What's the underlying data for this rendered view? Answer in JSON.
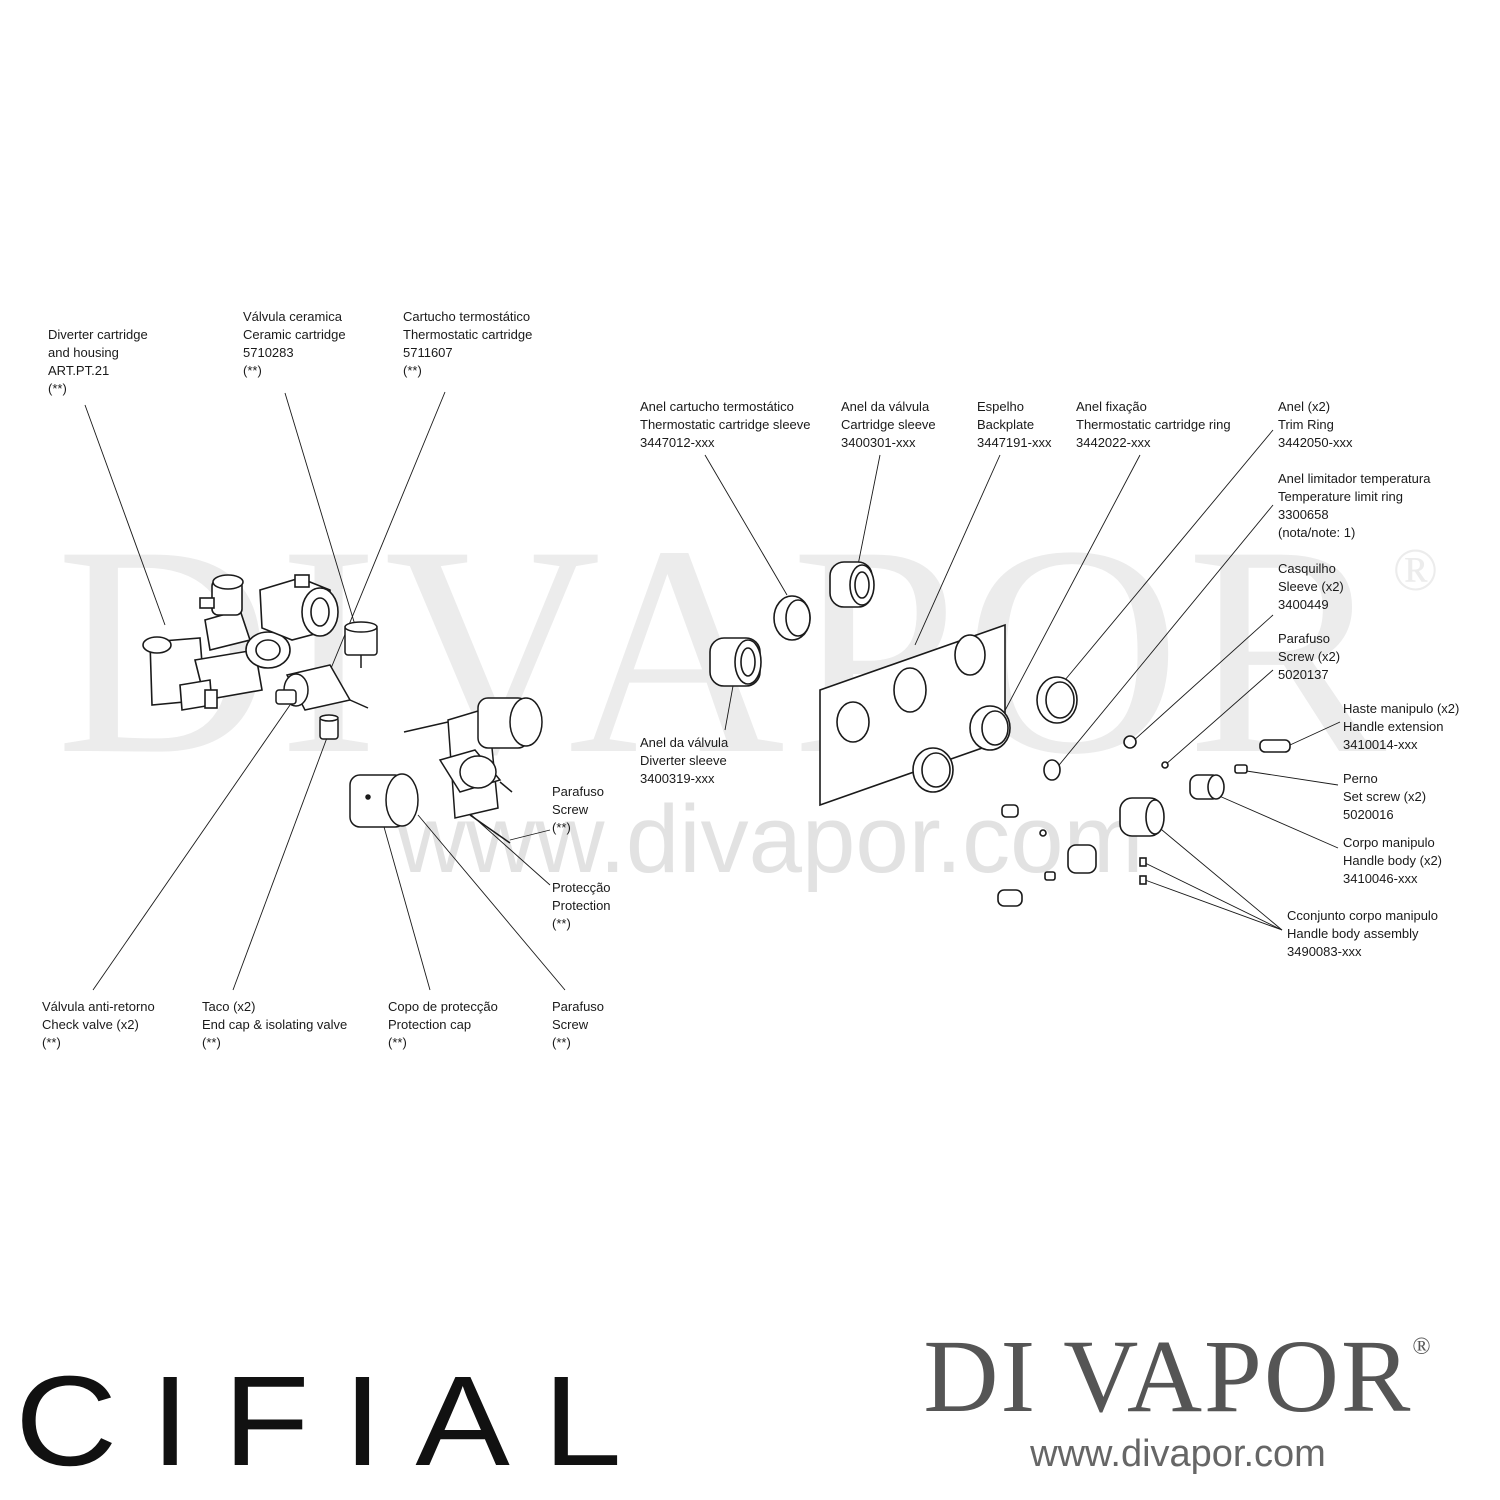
{
  "watermark": {
    "text": "DIVAPOR",
    "reg": "®",
    "url": "www.divapor.com"
  },
  "labels": {
    "diverter": [
      "Diverter cartridge",
      "and housing",
      "ART.PT.21",
      "(**)"
    ],
    "ceramic": [
      "Válvula ceramica",
      "Ceramic cartridge",
      "5710283",
      "(**)"
    ],
    "thermo": [
      "Cartucho termostático",
      "Thermostatic cartridge",
      "5711607",
      "(**)"
    ],
    "screw_top": [
      "Parafuso",
      "Screw",
      "(**)"
    ],
    "protection": [
      "Protecção",
      "Protection",
      "(**)"
    ],
    "check": [
      "Válvula anti-retorno",
      "Check valve (x2)",
      "(**)"
    ],
    "endcap": [
      "Taco (x2)",
      "End cap & isolating valve",
      "(**)"
    ],
    "protcap": [
      "Copo de protecção",
      "Protection cap",
      "(**)"
    ],
    "screw_bot": [
      "Parafuso",
      "Screw",
      "(**)"
    ],
    "thermo_sleeve": [
      "Anel cartucho termostático",
      "Thermostatic cartridge sleeve",
      "3447012-xxx"
    ],
    "cart_sleeve": [
      "Anel da válvula",
      "Cartridge sleeve",
      "3400301-xxx"
    ],
    "backplate": [
      "Espelho",
      "Backplate",
      "3447191-xxx"
    ],
    "thermo_ring": [
      "Anel fixação",
      "Thermostatic cartridge ring",
      "3442022-xxx"
    ],
    "trim": [
      "Anel (x2)",
      "Trim Ring",
      "3442050-xxx"
    ],
    "templimit": [
      "Anel limitador temperatura",
      "Temperature limit ring",
      "3300658",
      "(nota/note: 1)"
    ],
    "sleeve": [
      "Casquilho",
      "Sleeve (x2)",
      "3400449"
    ],
    "screw2": [
      "Parafuso",
      "Screw (x2)",
      "5020137"
    ],
    "diverter_sleeve": [
      "Anel da válvula",
      "Diverter sleeve",
      "3400319-xxx"
    ],
    "handle_ext": [
      "Haste manipulo (x2)",
      "Handle extension",
      "3410014-xxx"
    ],
    "setscrew": [
      "Perno",
      "Set screw (x2)",
      "5020016"
    ],
    "handle_body": [
      "Corpo manipulo",
      "Handle body (x2)",
      "3410046-xxx"
    ],
    "handle_assembly": [
      "Cconjunto corpo manipulo",
      "Handle body assembly",
      "3490083-xxx"
    ]
  },
  "logos": {
    "cifial": "CIFIAL",
    "brand_name": "DI VAPOR",
    "brand_reg": "®",
    "brand_url": "www.divapor.com"
  }
}
